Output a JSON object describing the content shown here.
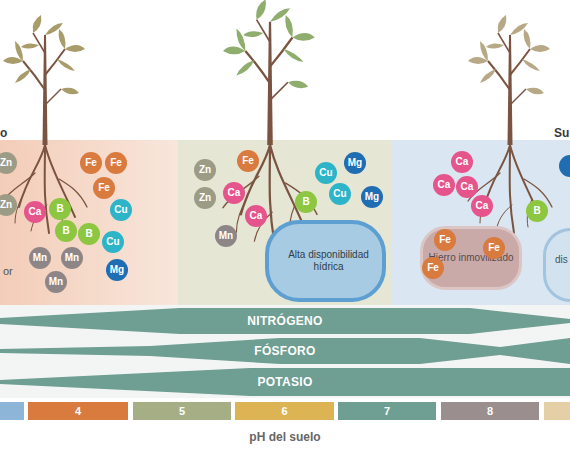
{
  "diagram": {
    "nodes": [
      {
        "text": [
          "or"
        ]
      },
      {
        "text": [
          "Zn"
        ],
        "in": 0
      },
      {
        "text": [
          "Zn"
        ],
        "in": 0
      },
      {
        "text": [
          "Fe"
        ],
        "in": 0
      },
      {
        "text": [
          "Fe"
        ],
        "in": 0
      },
      {
        "text": [
          "Fe"
        ],
        "in": 0
      },
      {
        "text": [
          "Ca"
        ],
        "in": 0
      },
      {
        "text": [
          "B"
        ],
        "in": 0
      },
      {
        "text": [
          "B"
        ],
        "in": 0
      },
      {
        "text": [
          "B"
        ],
        "in": 0
      },
      {
        "text": [
          "Cu"
        ],
        "in": 0
      },
      {
        "text": [
          "Cu"
        ],
        "in": 0
      },
      {
        "text": [
          "Mn"
        ],
        "in": 0
      },
      {
        "text": [
          "Mn"
        ],
        "in": 0
      },
      {
        "text": [
          "Mn"
        ],
        "in": 0
      },
      {
        "text": [
          "Mg"
        ],
        "in": 0
      },
      {
        "text": []
      },
      {
        "text": [
          "Zn"
        ],
        "in": 16
      },
      {
        "text": [
          "Zn"
        ],
        "in": 16
      },
      {
        "text": [
          "Fe"
        ],
        "in": 16
      },
      {
        "text": [
          "Ca"
        ],
        "in": 16
      },
      {
        "text": [
          "Ca"
        ],
        "in": 16
      },
      {
        "text": [
          "Mn"
        ],
        "in": 16
      },
      {
        "text": [
          "B"
        ],
        "in": 16
      },
      {
        "text": [
          "Cu"
        ],
        "in": 16
      },
      {
        "text": [
          "Cu"
        ],
        "in": 16
      },
      {
        "text": [
          "Mg"
        ],
        "in": 16
      },
      {
        "text": [
          "Mg"
        ],
        "in": 16
      },
      {
        "text": [
          "Alta disponibilidad hídrica"
        ],
        "in": 16
      },
      {
        "text": []
      },
      {
        "text": [
          "Ca"
        ],
        "in": 29
      },
      {
        "text": [
          "Ca"
        ],
        "in": 29
      },
      {
        "text": [
          "Ca"
        ],
        "in": 29
      },
      {
        "text": [
          "Ca"
        ],
        "in": 29
      },
      {
        "text": [
          "B"
        ],
        "in": 29
      },
      {
        "text": [
          "Hierro inmovilizado"
        ],
        "in": 29
      },
      {
        "text": [
          "Fe"
        ],
        "in": 35
      },
      {
        "text": [
          "Fe"
        ],
        "in": 35
      },
      {
        "text": [
          "Fe"
        ],
        "in": 35
      },
      {
        "text": [
          "dis"
        ],
        "in": 29
      },
      {
        "text": [
          "NITRÓGENO"
        ]
      },
      {
        "text": [
          "FÓSFORO"
        ]
      },
      {
        "text": [
          "POTASIO"
        ]
      },
      {
        "text": [
          "4"
        ]
      },
      {
        "text": [
          "5"
        ]
      },
      {
        "text": [
          "6"
        ]
      },
      {
        "text": [
          "7"
        ]
      },
      {
        "text": [
          "8"
        ]
      }
    ],
    "labels": [
      "o",
      "Su",
      "pH del suelo"
    ]
  }
}
